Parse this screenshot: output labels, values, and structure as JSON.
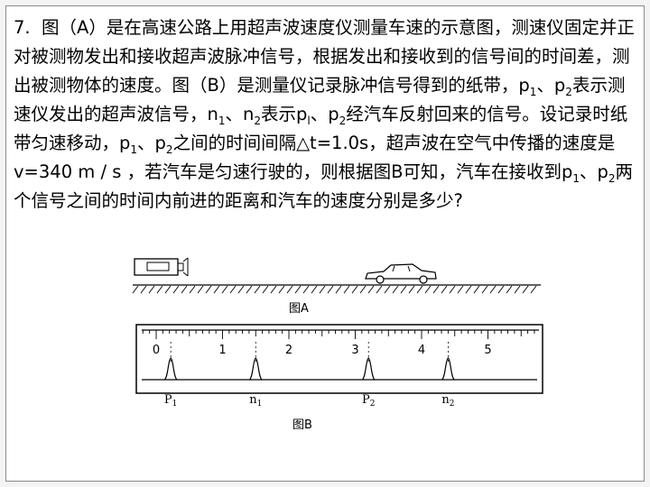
{
  "problem": {
    "parts": [
      "7.  图（A）是在高速公路上用超声波速度仪测量车速的示意图，测速仪固定并正对被测物发出和接收超声波脉冲信号，根据发出和接收到的信号间的时间差，测出被测物体的速度。图（B）是测量仪记录脉冲信号得到的纸带，p",
      "1",
      "、p",
      "2",
      "表示测速仪发出的超声波信号，n",
      "1",
      "、n",
      "2",
      "表示p",
      "l",
      "、p",
      "2",
      "经汽车反射回来的信号。设记录时纸带匀速移动，p",
      "1",
      "、p",
      "2",
      "之间的时间间隔△t=1.0s，超声波在空气中传播的速度是v=340 m / s ，若汽车是匀速行驶的，则根据图B可知，汽车在接收到p",
      "1",
      "、p",
      "2",
      "两个信号之间的时间内前进的距离和汽车的速度分别是多少?"
    ]
  },
  "figure_a": {
    "caption": "图A"
  },
  "figure_b": {
    "caption": "图B",
    "ticks": [
      "0",
      "1",
      "2",
      "3",
      "4",
      "5"
    ],
    "signals": [
      {
        "symbol": "P",
        "sub": "1",
        "pos": 0.22
      },
      {
        "symbol": "n",
        "sub": "1",
        "pos": 1.5
      },
      {
        "symbol": "P",
        "sub": "2",
        "pos": 3.2
      },
      {
        "symbol": "n",
        "sub": "2",
        "pos": 4.4
      }
    ]
  }
}
